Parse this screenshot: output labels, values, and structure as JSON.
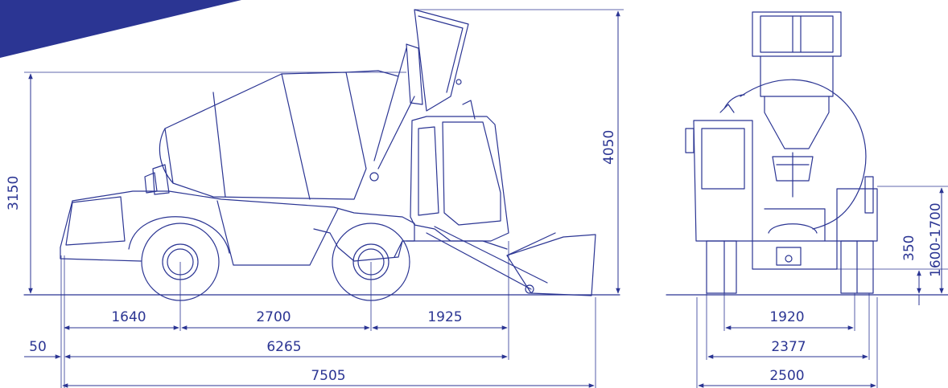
{
  "colors": {
    "line": "#2b3593",
    "corner": "#2b3593",
    "background": "#ffffff"
  },
  "side_view": {
    "dimensions": {
      "wheel_front_overhang": "1640",
      "wheelbase": "2700",
      "rear_overhang": "1925",
      "bumper_offset": "50",
      "length_without_bucket": "6265",
      "overall_length": "7505",
      "height_drum": "3150",
      "height_bucket_raised": "4050"
    }
  },
  "rear_view": {
    "dimensions": {
      "track": "1920",
      "width_body": "2377",
      "overall_width": "2500",
      "ground_clearance": "350",
      "discharge_height": "1600-1700"
    }
  }
}
